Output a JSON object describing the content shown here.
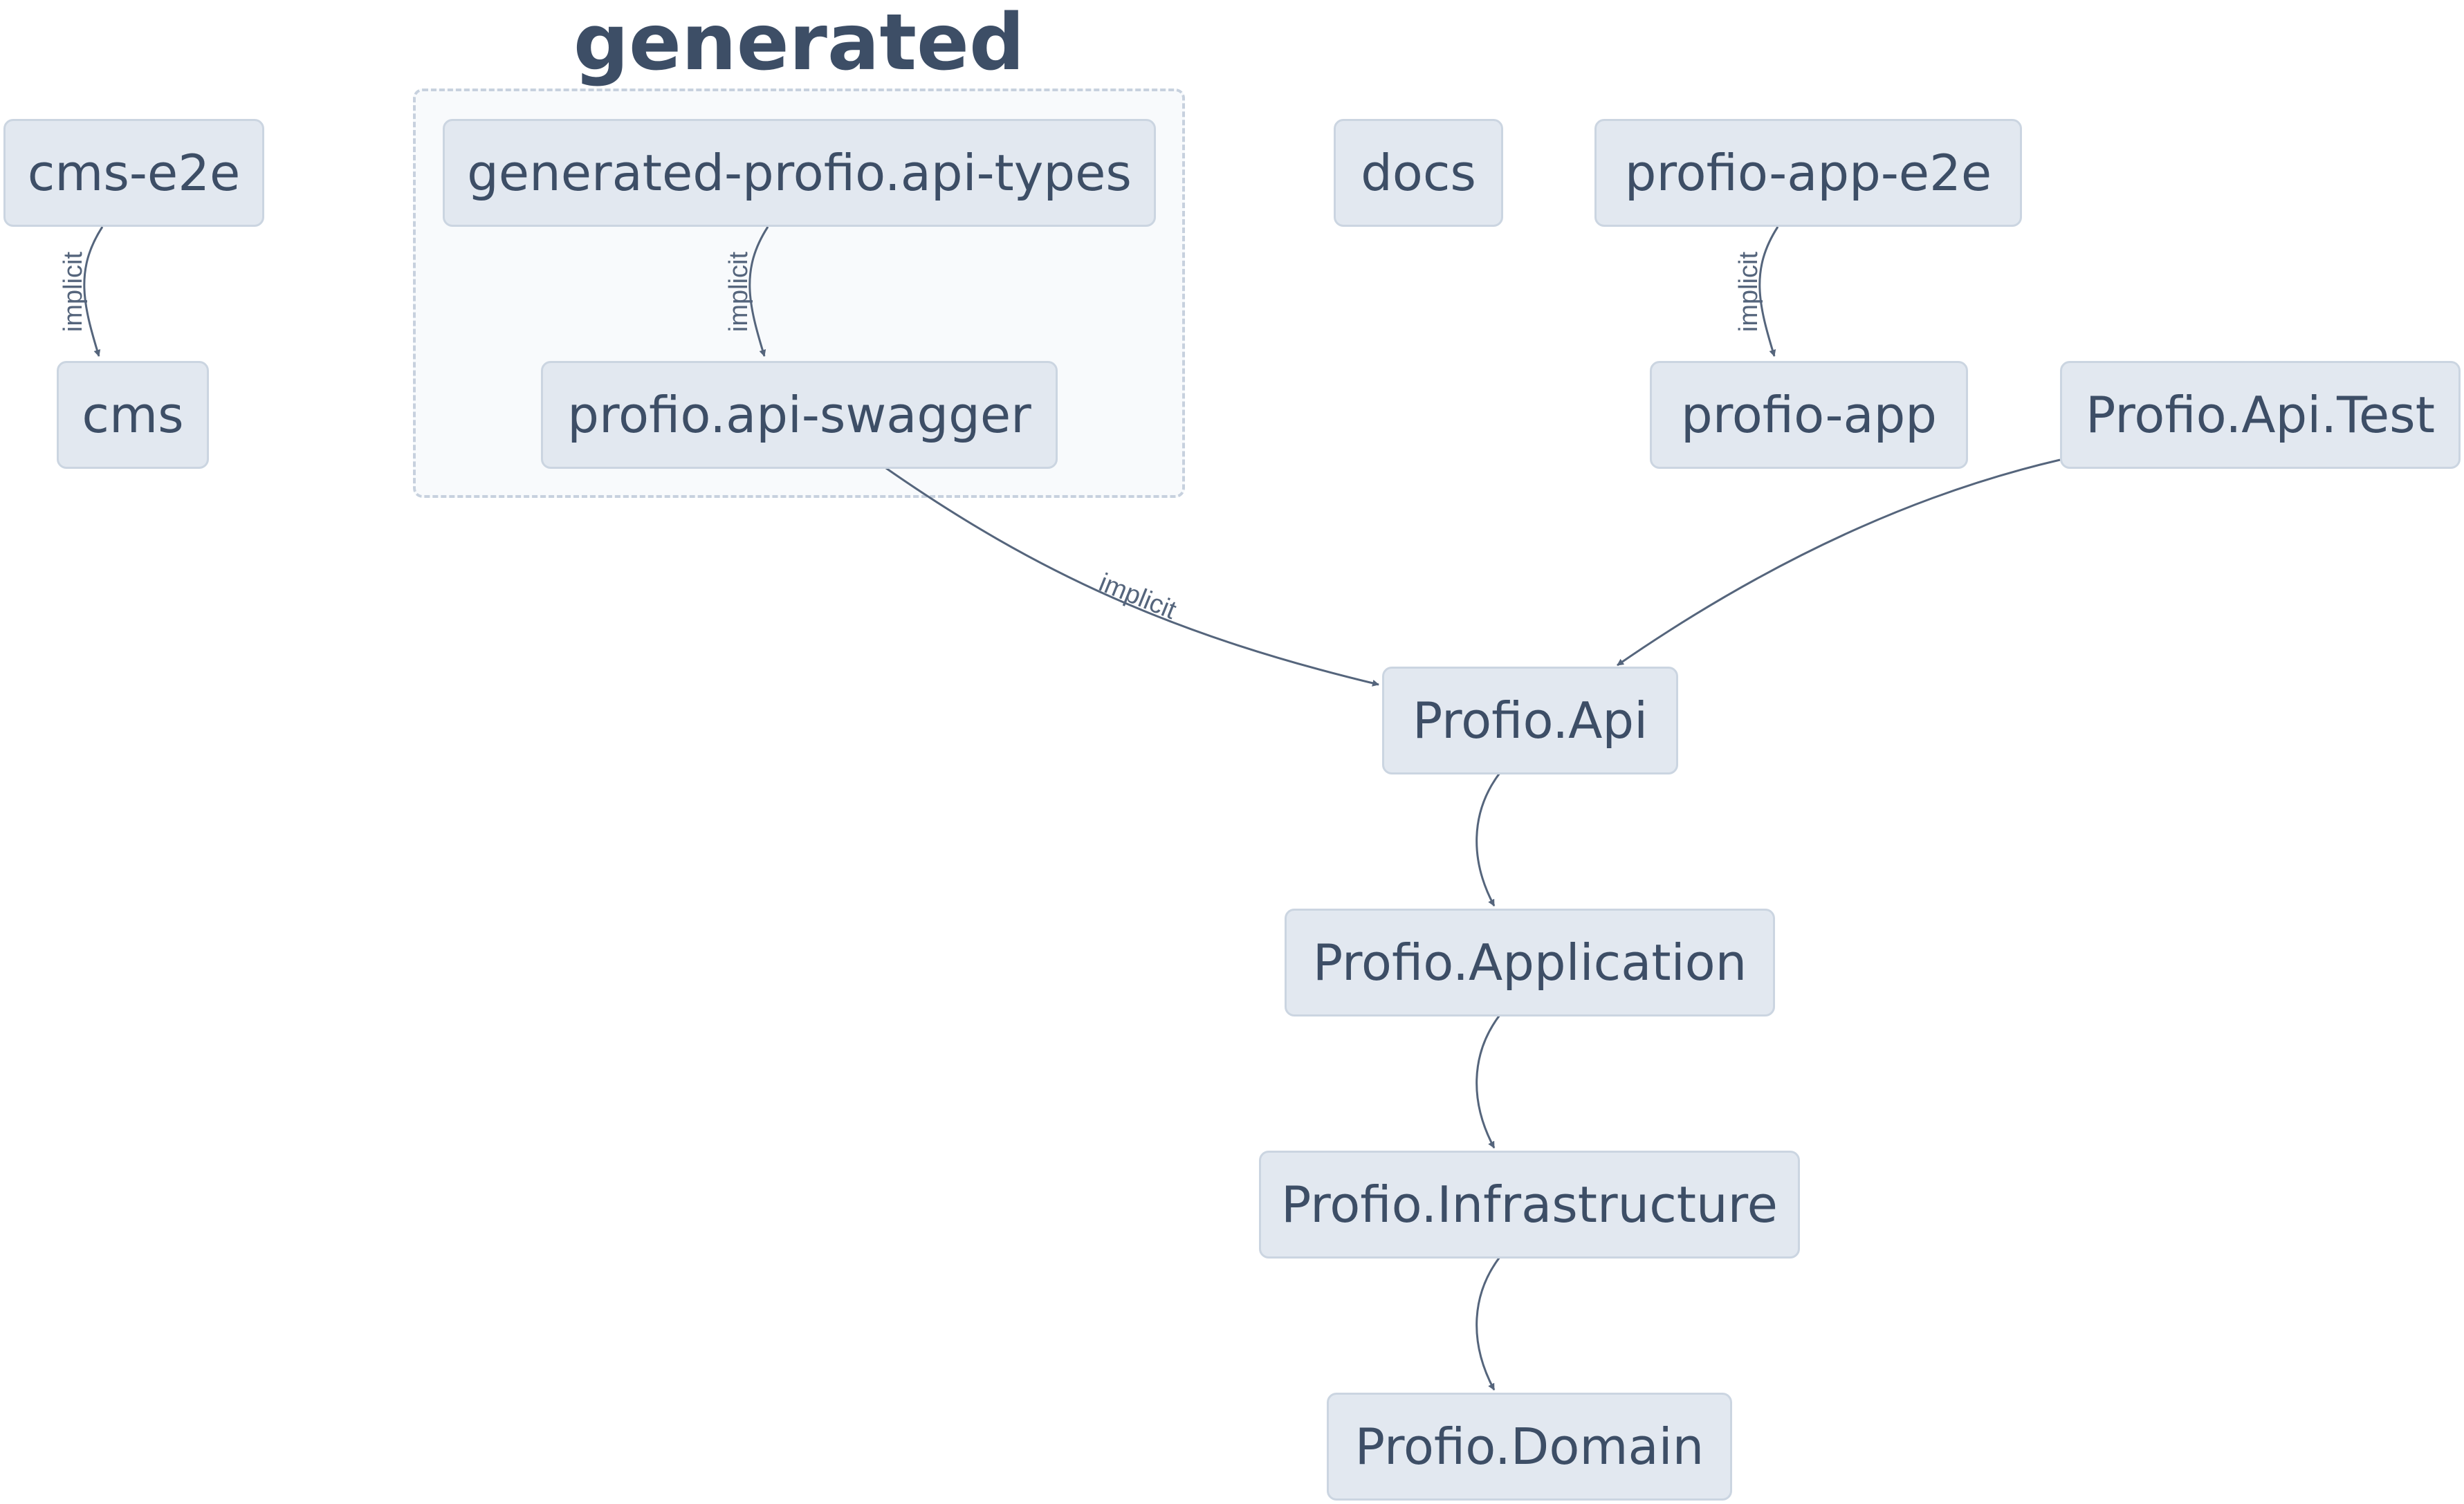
{
  "groups": [
    {
      "id": "generated",
      "label": "generated"
    }
  ],
  "nodes": [
    {
      "id": "cms-e2e",
      "label": "cms-e2e"
    },
    {
      "id": "cms",
      "label": "cms"
    },
    {
      "id": "generated-profio-api-types",
      "label": "generated-profio.api-types"
    },
    {
      "id": "profio-api-swagger",
      "label": "profio.api-swagger"
    },
    {
      "id": "docs",
      "label": "docs"
    },
    {
      "id": "profio-app-e2e",
      "label": "profio-app-e2e"
    },
    {
      "id": "profio-app",
      "label": "profio-app"
    },
    {
      "id": "profio-api-test",
      "label": "Profio.Api.Test"
    },
    {
      "id": "profio-api",
      "label": "Profio.Api"
    },
    {
      "id": "profio-application",
      "label": "Profio.Application"
    },
    {
      "id": "profio-infrastructure",
      "label": "Profio.Infrastructure"
    },
    {
      "id": "profio-domain",
      "label": "Profio.Domain"
    }
  ],
  "edges": [
    {
      "from": "cms-e2e",
      "to": "cms",
      "label": "implicit"
    },
    {
      "from": "generated-profio-api-types",
      "to": "profio-api-swagger",
      "label": "implicit"
    },
    {
      "from": "profio-app-e2e",
      "to": "profio-app",
      "label": "implicit"
    },
    {
      "from": "profio-api-swagger",
      "to": "profio-api",
      "label": "implicit"
    },
    {
      "from": "profio-api-test",
      "to": "profio-api",
      "label": ""
    },
    {
      "from": "profio-api",
      "to": "profio-application",
      "label": ""
    },
    {
      "from": "profio-application",
      "to": "profio-infrastructure",
      "label": ""
    },
    {
      "from": "profio-infrastructure",
      "to": "profio-domain",
      "label": ""
    }
  ],
  "colors": {
    "node_fill": "#e2e8f0",
    "node_border": "#cbd5e1",
    "text": "#3d4e66",
    "edge": "#55657c",
    "group_border": "#c7d1de",
    "group_fill": "#f8fafc"
  }
}
